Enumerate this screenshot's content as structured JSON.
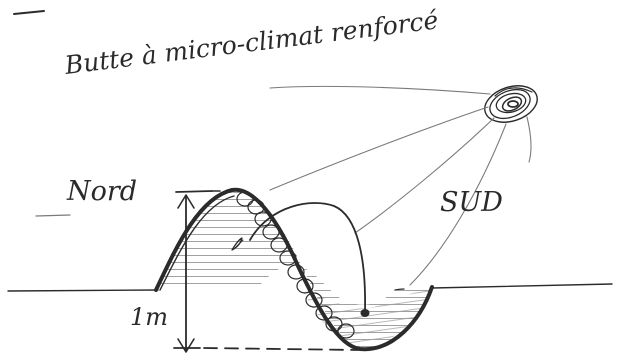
{
  "labels": {
    "title": "Butte à micro-climat renforcé",
    "north": "Nord",
    "south": "SUD",
    "height": "1m"
  },
  "colors": {
    "ink": "#2b2b2b",
    "pencil": "#7a7a7a",
    "paper": "#ffffff"
  },
  "icons": {
    "sun": "sun-scribble-icon",
    "plant": "plant-seedling-icon"
  }
}
